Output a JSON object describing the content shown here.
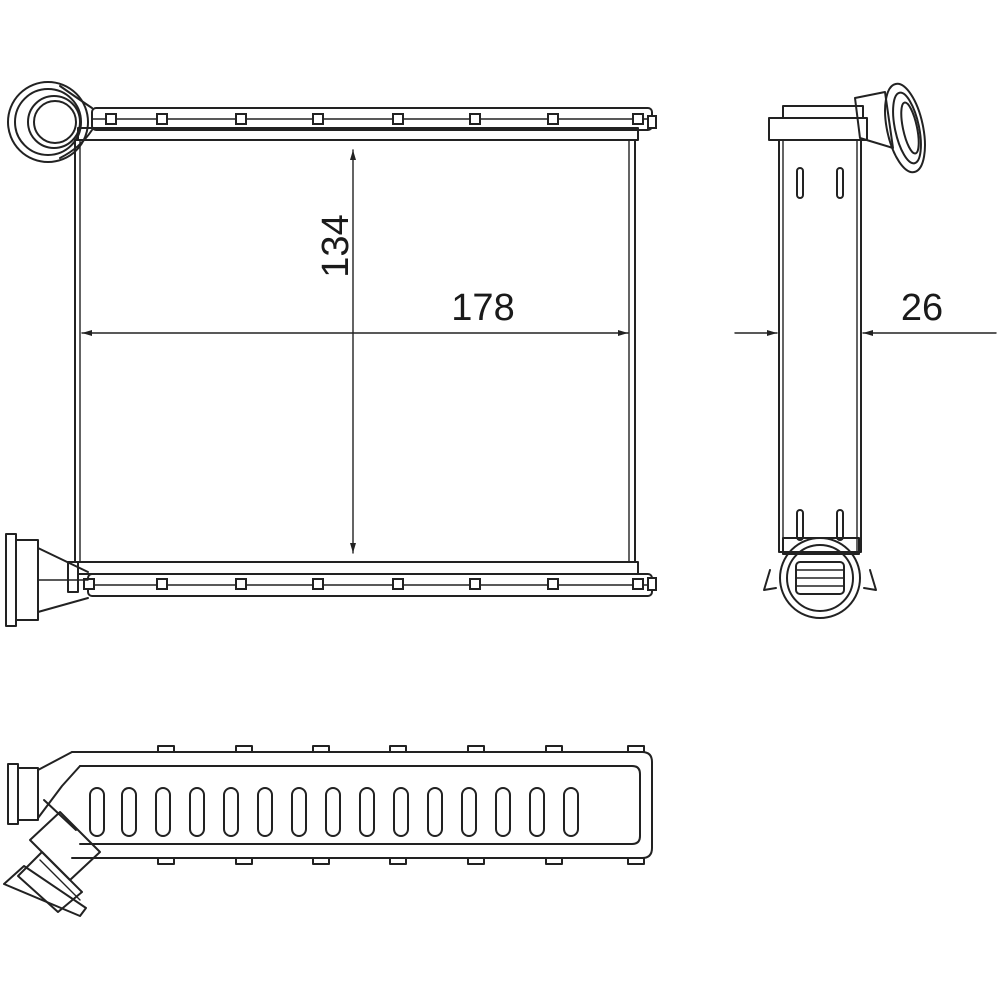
{
  "dimensions": {
    "height_label": "134",
    "width_label": "178",
    "depth_label": "26"
  },
  "colors": {
    "line": "#222222",
    "background": "#ffffff"
  },
  "views": {
    "front": "front-view",
    "side": "side-view",
    "bottom": "bottom-view"
  }
}
